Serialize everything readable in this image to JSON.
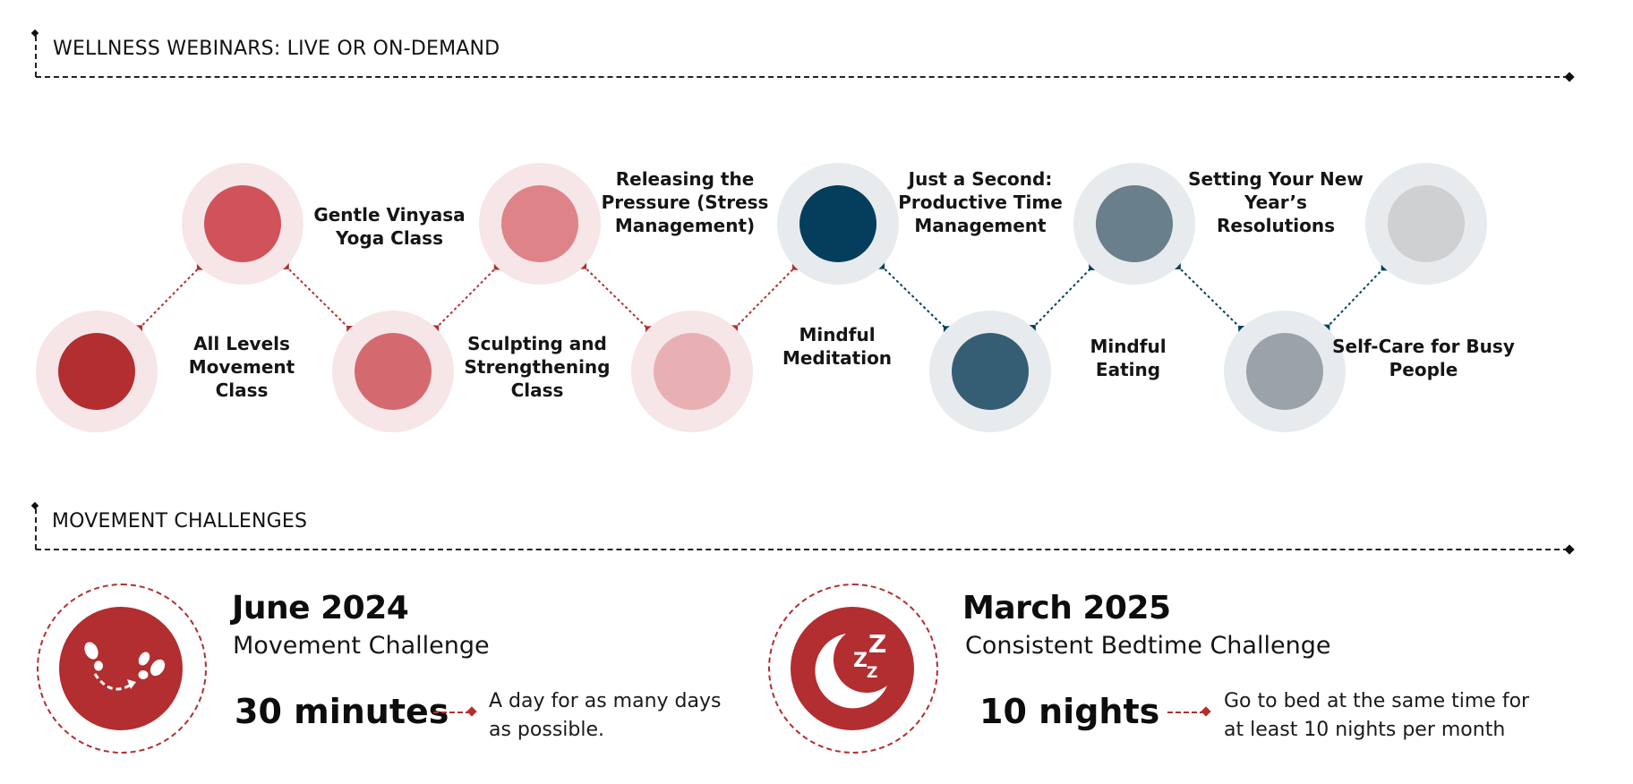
{
  "sections": {
    "webinars_title": "WELLNESS WEBINARS: LIVE OR ON-DEMAND",
    "challenges_title": "MOVEMENT CHALLENGES"
  },
  "colors": {
    "red_dark": "#b22e30",
    "red": "#d0525a",
    "red_mid": "#d46a70",
    "red_soft": "#de8388",
    "red_pale": "#e9b0b3",
    "red_halo": "#f6e6e7",
    "navy": "#053e5c",
    "slate": "#355e75",
    "gray_blue": "#6a7f8c",
    "gray": "#9ba2a9",
    "gray_light": "#cfd0d2",
    "blue_halo": "#e7ebee"
  },
  "webinars": [
    {
      "label": "All Levels Movement Class",
      "lines": [
        "All Levels",
        "Movement",
        "Class"
      ]
    },
    {
      "label": "Gentle Vinyasa Yoga Class",
      "lines": [
        "Gentle Vinyasa",
        "Yoga Class"
      ]
    },
    {
      "label": "Sculpting and Strengthening Class",
      "lines": [
        "Sculpting and",
        "Strengthening",
        "Class"
      ]
    },
    {
      "label": "Releasing the Pressure (Stress Management)",
      "lines": [
        "Releasing the",
        "Pressure (Stress",
        "Management)"
      ]
    },
    {
      "label": "Mindful Meditation",
      "lines": [
        "Mindful Meditation"
      ]
    },
    {
      "label": "Just a Second: Productive Time Management",
      "lines": [
        "Just a Second:",
        "Productive Time",
        "Management"
      ]
    },
    {
      "label": "Mindful Eating",
      "lines": [
        "Mindful",
        "Eating"
      ]
    },
    {
      "label": "Setting Your New Year’s Resolutions",
      "lines": [
        "Setting Your New",
        "Year’s",
        "Resolutions"
      ]
    },
    {
      "label": "Self-Care for Busy People",
      "lines": [
        "Self-Care for Busy",
        "People"
      ]
    },
    {
      "label": "",
      "lines": []
    }
  ],
  "challenges": [
    {
      "icon": "footsteps-icon",
      "date": "June 2024",
      "name": "Movement Challenge",
      "amount": "30 minutes",
      "description": "A day for as many days as possible."
    },
    {
      "icon": "moon-sleep-icon",
      "date": "March 2025",
      "name": "Consistent Bedtime Challenge",
      "amount": "10 nights",
      "description": "Go to bed at the same time for at least 10 nights per month"
    }
  ]
}
